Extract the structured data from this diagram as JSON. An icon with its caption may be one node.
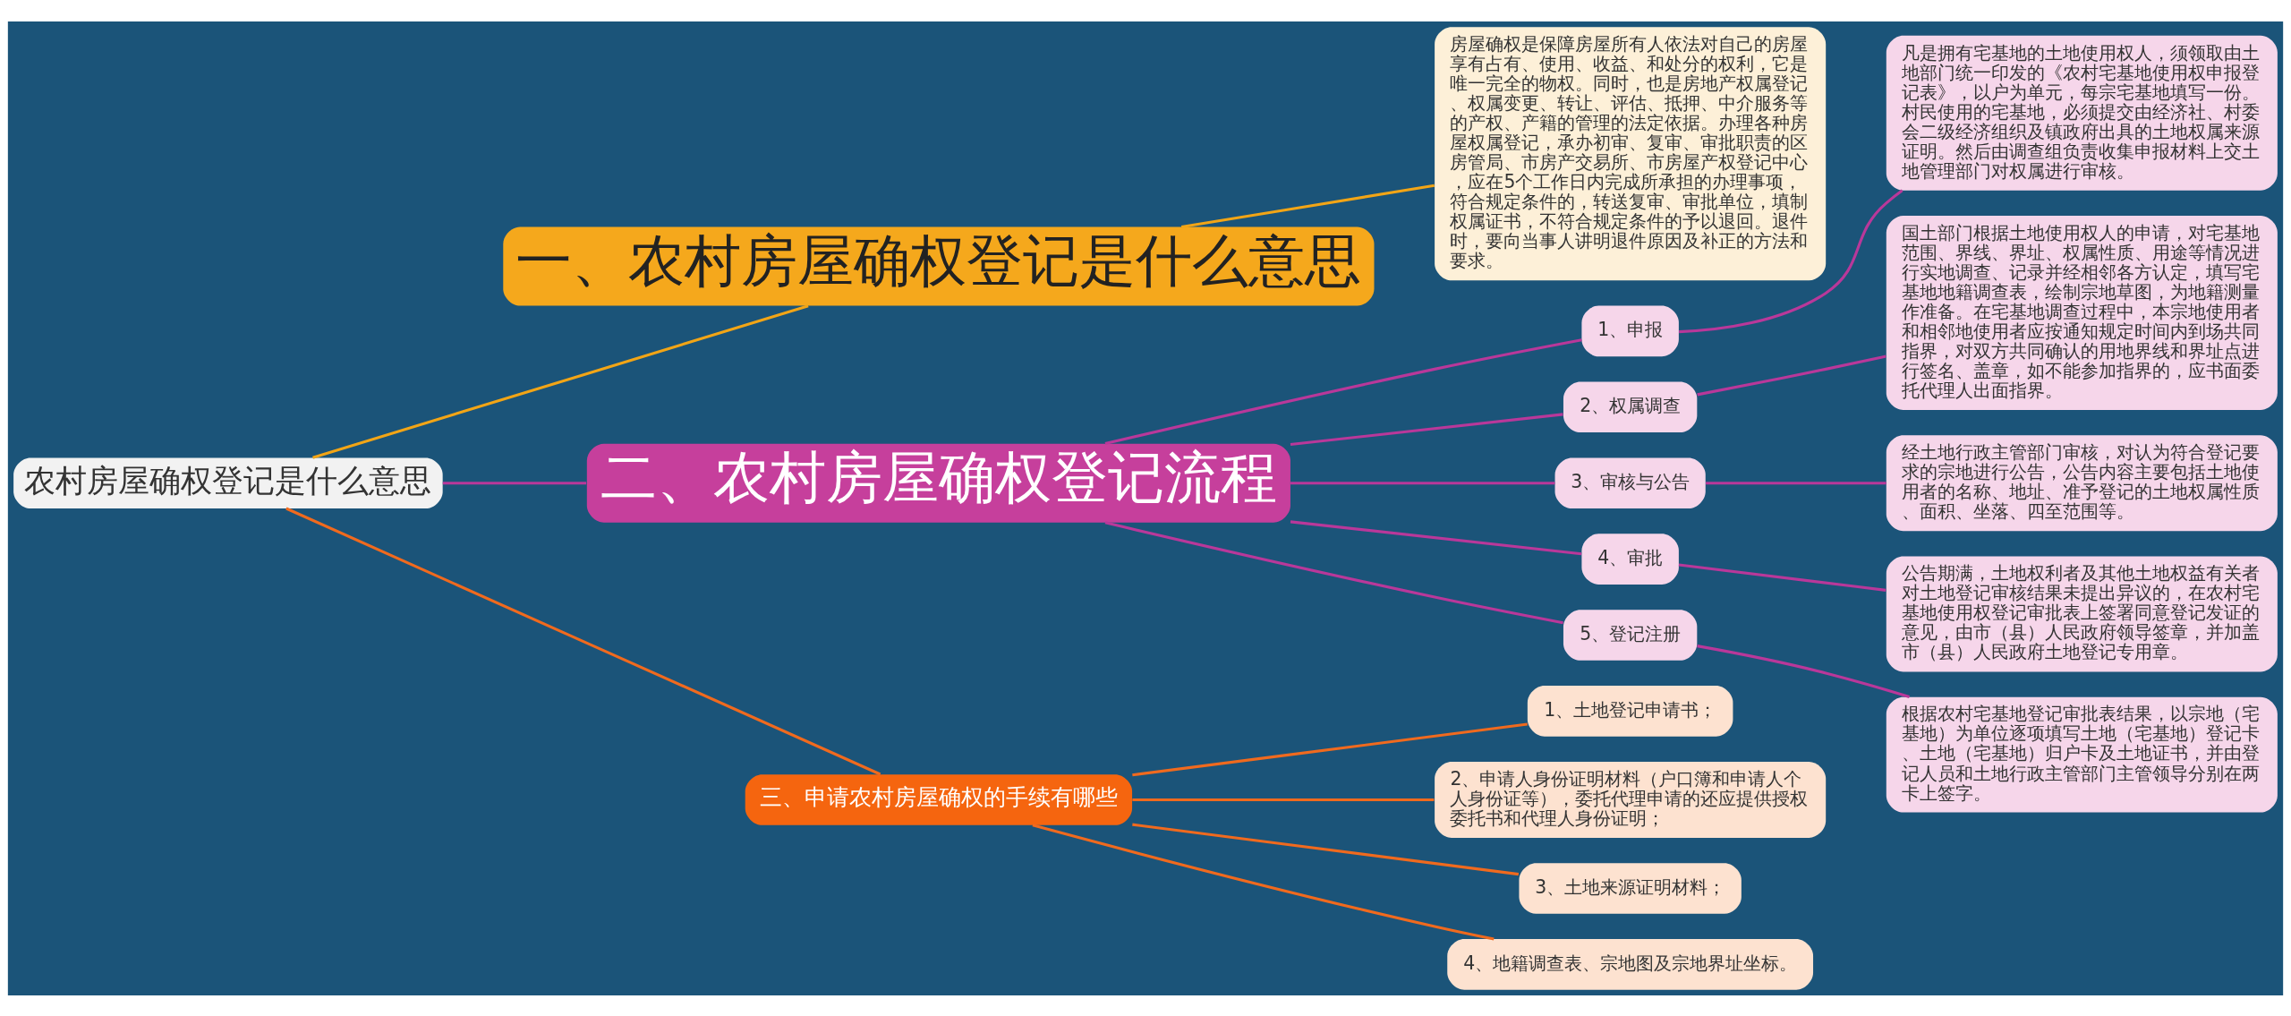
{
  "diagram": {
    "nodes": [
      {
        "text": [
          "农村房屋确权登记是什么意思"
        ]
      },
      {
        "text": [
          "一、农村房屋确权登记是什么意思"
        ]
      },
      {
        "text": [
          "房屋确权是保障房屋所有人依法对自己的房屋享有占有、使用、收益、和处分的权利，它是唯一完全的物权。同时，也是房地产权属登记、权属变更、转让、评估、抵押、中介服务等的产权、产籍的管理的法定依据。办理各种房屋权属登记，承办初审、复审、审批职责的区房管局、市房产交易所、市房屋产权登记中心，应在5个工作日内完成所承担的办理事项，符合规定条件的，转送复审、审批单位，填制权属证书，不符合规定条件的予以退回。退件时，要向当事人讲明退件原因及补正的方法和要求。"
        ]
      },
      {
        "text": [
          "二、农村房屋确权登记流程"
        ]
      },
      {
        "text": [
          "1、申报"
        ]
      },
      {
        "text": [
          "凡是拥有宅基地的土地使用权人，须领取由土地部门统一印发的《农村宅基地使用权申报登记表》，以户为单元，每宗宅基地填写一份。村民使用的宅基地，必须提交由经济社、村委会二级经济组织及镇政府出具的土地权属来源证明。然后由调查组负责收集申报材料上交土地管理部门对权属进行审核。"
        ]
      },
      {
        "text": [
          "2、权属调查"
        ]
      },
      {
        "text": [
          "国土部门根据土地使用权人的申请，对宅基地范围、界线、界址、权属性质、用途等情况进行实地调查、记录并经相邻各方认定，填写宅基地地籍调查表，绘制宗地草图，为地籍测量作准备。在宅基地调查过程中，本宗地使用者和相邻地使用者应按通知规定时间内到场共同指界，对双方共同确认的用地界线和界址点进行签名、盖章，如不能参加指界的，应书面委托代理人出面指界。"
        ]
      },
      {
        "text": [
          "3、审核与公告"
        ]
      },
      {
        "text": [
          "经土地行政主管部门审核，对认为符合登记要求的宗地进行公告，公告内容主要包括土地使用者的名称、地址、准予登记的土地权属性质、面积、坐落、四至范围等。"
        ]
      },
      {
        "text": [
          "4、审批"
        ]
      },
      {
        "text": [
          "公告期满，土地权利者及其他土地权益有关者对土地登记审核结果未提出异议的，在农村宅基地使用权登记审批表上签署同意登记发证的意见，由市（县）人民政府领导签章，并加盖市（县）人民政府土地登记专用章。"
        ]
      },
      {
        "text": [
          "5、登记注册"
        ]
      },
      {
        "text": [
          "根据农村宅基地登记审批表结果，以宗地（宅基地）为单位逐项填写土地（宅基地）登记卡、土地（宅基地）归户卡及土地证书，并由登记人员和土地行政主管部门主管领导分别在两卡上签字。"
        ]
      },
      {
        "text": [
          "三、申请农村房屋确权的手续有哪些"
        ]
      },
      {
        "text": [
          "1、土地登记申请书；"
        ]
      },
      {
        "text": [
          "2、申请人身份证明材料（户口簿和申请人个人身份证等），委托代理申请的还应提供授权委托书和代理人身份证明；"
        ]
      },
      {
        "text": [
          "3、土地来源证明材料；"
        ]
      },
      {
        "text": [
          "4、地籍调查表、宗地图及宗地界址坐标。"
        ]
      }
    ],
    "edges": [
      {
        "from": 0,
        "to": 1,
        "arrow": "none",
        "color": "#f2a516"
      },
      {
        "from": 1,
        "to": 2,
        "arrow": "none",
        "color": "#f2a516"
      },
      {
        "from": 0,
        "to": 3,
        "arrow": "none"
      },
      {
        "from": 3,
        "to": 4,
        "arrow": "none"
      },
      {
        "from": 4,
        "to": 5,
        "arrow": "none"
      },
      {
        "from": 3,
        "to": 6,
        "arrow": "none"
      },
      {
        "from": 6,
        "to": 7,
        "arrow": "none"
      },
      {
        "from": 3,
        "to": 8,
        "arrow": "none"
      },
      {
        "from": 8,
        "to": 9,
        "arrow": "none"
      },
      {
        "from": 3,
        "to": 10,
        "arrow": "none"
      },
      {
        "from": 10,
        "to": 11,
        "arrow": "none"
      },
      {
        "from": 3,
        "to": 12,
        "arrow": "none"
      },
      {
        "from": 12,
        "to": 13,
        "arrow": "none"
      },
      {
        "from": 0,
        "to": 14,
        "arrow": "none",
        "color": "#f06a1e"
      },
      {
        "from": 14,
        "to": 15,
        "arrow": "none",
        "color": "#f06a1e"
      },
      {
        "from": 14,
        "to": 16,
        "arrow": "none",
        "color": "#f06a1e"
      },
      {
        "from": 14,
        "to": 17,
        "arrow": "none",
        "color": "#f06a1e"
      },
      {
        "from": 14,
        "to": 18,
        "arrow": "none",
        "color": "#f06a1e"
      }
    ]
  }
}
